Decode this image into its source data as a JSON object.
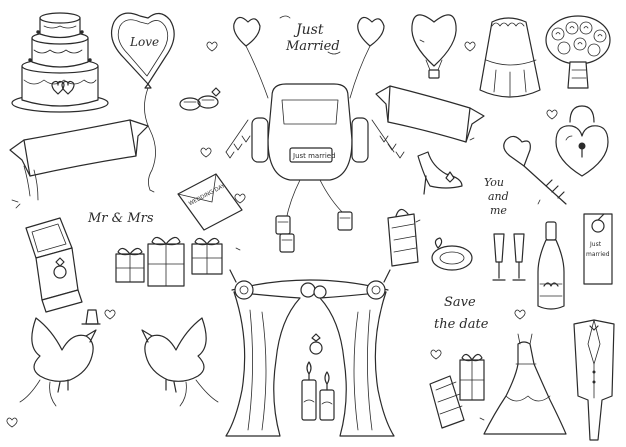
{
  "texts": {
    "love": "Love",
    "just_married_title_1": "Just",
    "just_married_title_2": "Married",
    "car_plate": "Just married",
    "mr_mrs": "Mr & Mrs",
    "envelope": "WEDDING DAY",
    "you_and_me_1": "You",
    "you_and_me_2": "and",
    "you_and_me_3": "me",
    "door_hanger_1": "Just",
    "door_hanger_2": "married",
    "save_the_date_1": "Save",
    "save_the_date_2": "the date"
  },
  "icons": [
    "wedding-cake-icon",
    "heart-balloon-icon",
    "love-balloon-icon",
    "just-married-car-icon",
    "hot-air-balloon-icon",
    "veil-icon",
    "bouquet-icon",
    "rings-icon",
    "ribbon-banner-icon",
    "heart-lock-icon",
    "heart-key-icon",
    "glass-slipper-icon",
    "envelope-icon",
    "ring-box-icon",
    "gift-box-icon",
    "gift-bag-icon",
    "garter-icon",
    "champagne-glasses-icon",
    "champagne-bottle-icon",
    "door-hanger-icon",
    "dove-icon",
    "wedding-arch-icon",
    "candles-icon",
    "wedding-dress-icon",
    "tuxedo-icon",
    "small-heart-icon"
  ],
  "colors": {
    "ink": "#2b2b2b",
    "background": "#ffffff"
  }
}
